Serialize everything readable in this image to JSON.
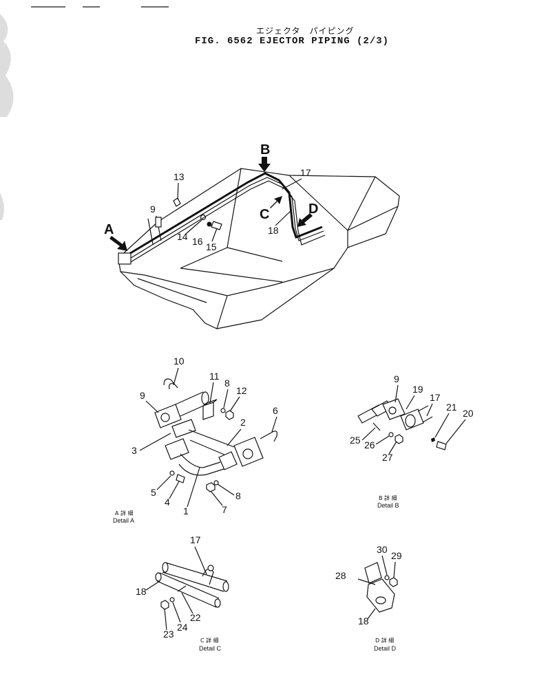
{
  "title": {
    "japanese": "エジェクタ　パイピング",
    "english": "FIG. 6562   EJECTOR  PIPING  (2/3)"
  },
  "main_view": {
    "arrow_labels": [
      "A",
      "B",
      "C",
      "D"
    ],
    "callouts": [
      "13",
      "9",
      "17",
      "14",
      "16",
      "15",
      "18"
    ]
  },
  "detail_a": {
    "callouts": [
      "10",
      "11",
      "8",
      "12",
      "9",
      "6",
      "2",
      "3",
      "5",
      "4",
      "1",
      "8",
      "7"
    ],
    "caption_jp": "A 詳 細",
    "caption_en": "Detail A"
  },
  "detail_b": {
    "callouts": [
      "9",
      "19",
      "17",
      "21",
      "20",
      "25",
      "26",
      "27"
    ],
    "caption_jp": "B 詳 細",
    "caption_en": "Detail B"
  },
  "detail_c": {
    "callouts": [
      "17",
      "18",
      "22",
      "23",
      "24"
    ],
    "caption_jp": "C 詳 細",
    "caption_en": "Detail C"
  },
  "detail_d": {
    "callouts": [
      "30",
      "29",
      "28",
      "18"
    ],
    "caption_jp": "D 詳 細",
    "caption_en": "Detail D"
  }
}
